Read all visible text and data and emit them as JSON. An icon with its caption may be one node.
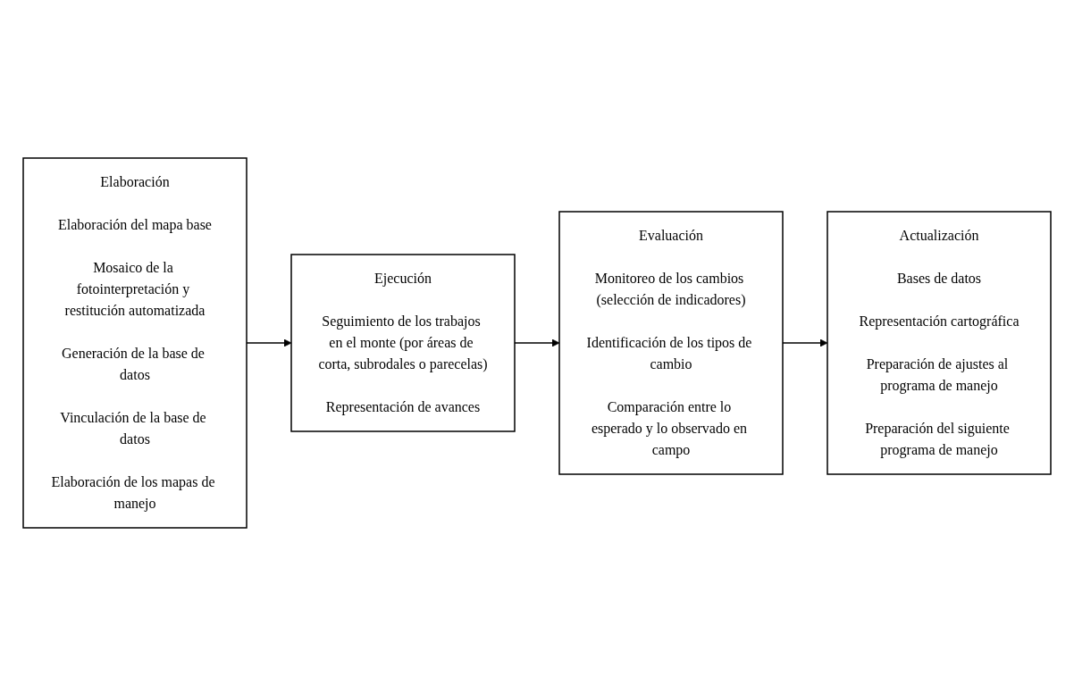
{
  "diagram": {
    "nodes": [
      {
        "text": [
          "Elaboración",
          "Elaboración del mapa base",
          "Mosaico de la fotointerpretación y restitución automatizada",
          "Generación de la base de datos",
          "Vinculación de la base de datos",
          "Elaboración de los mapas de manejo"
        ]
      },
      {
        "text": [
          "Ejecución",
          "Seguimiento de los trabajos en el monte (por áreas de corta, subrodales o parecelas)",
          "Representación de avances"
        ]
      },
      {
        "text": [
          "Evaluación",
          "Monitoreo de los cambios (selección de indicadores)",
          "Identificación de los tipos de cambio",
          "Comparación entre lo esperado y lo observado en campo"
        ]
      },
      {
        "text": [
          "Actualización",
          "Bases de datos",
          "Representación cartográfica",
          "Preparación de ajustes al programa de manejo",
          "Preparación del siguiente programa de manejo"
        ]
      }
    ],
    "edges": [
      {
        "from": 0,
        "to": 1,
        "arrow": "to"
      },
      {
        "from": 1,
        "to": 2,
        "arrow": "to"
      },
      {
        "from": 2,
        "to": 3,
        "arrow": "to"
      }
    ]
  }
}
